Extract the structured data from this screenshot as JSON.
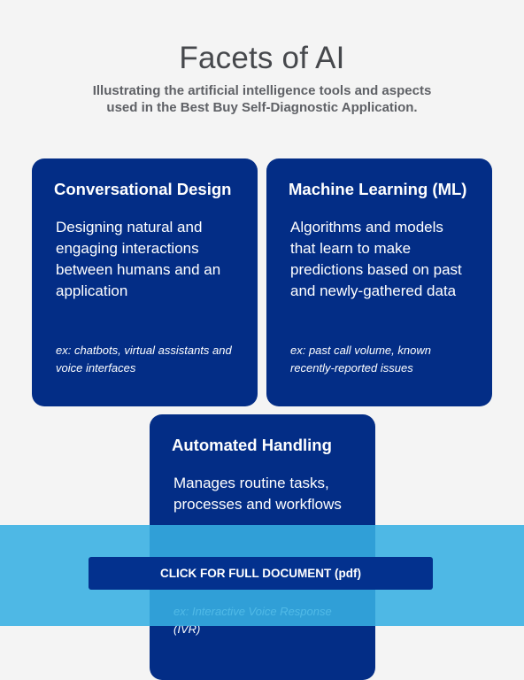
{
  "header": {
    "title": "Facets of AI",
    "subtitle_line1": "Illustrating the artificial intelligence tools and aspects",
    "subtitle_line2": "used in the Best Buy Self-Diagnostic Application."
  },
  "cards": [
    {
      "title": "Conversational Design",
      "description": "Designing natural and engaging interactions between humans and an application",
      "example": "ex: chatbots, virtual assistants and voice interfaces"
    },
    {
      "title": "Machine Learning (ML)",
      "description": "Algorithms and models that learn to make predictions based on past and newly-gathered data",
      "example": "ex: past call volume, known recently-reported issues"
    },
    {
      "title": "Automated Handling",
      "description": "Manages routine tasks, processes and workflows",
      "example": "ex: Interactive Voice Response (IVR)"
    }
  ],
  "cta": {
    "label": "CLICK FOR FULL DOCUMENT (pdf)"
  },
  "colors": {
    "card_background": "#032d86",
    "overlay_band": "#37afe3",
    "page_background": "#f4f4f4"
  }
}
